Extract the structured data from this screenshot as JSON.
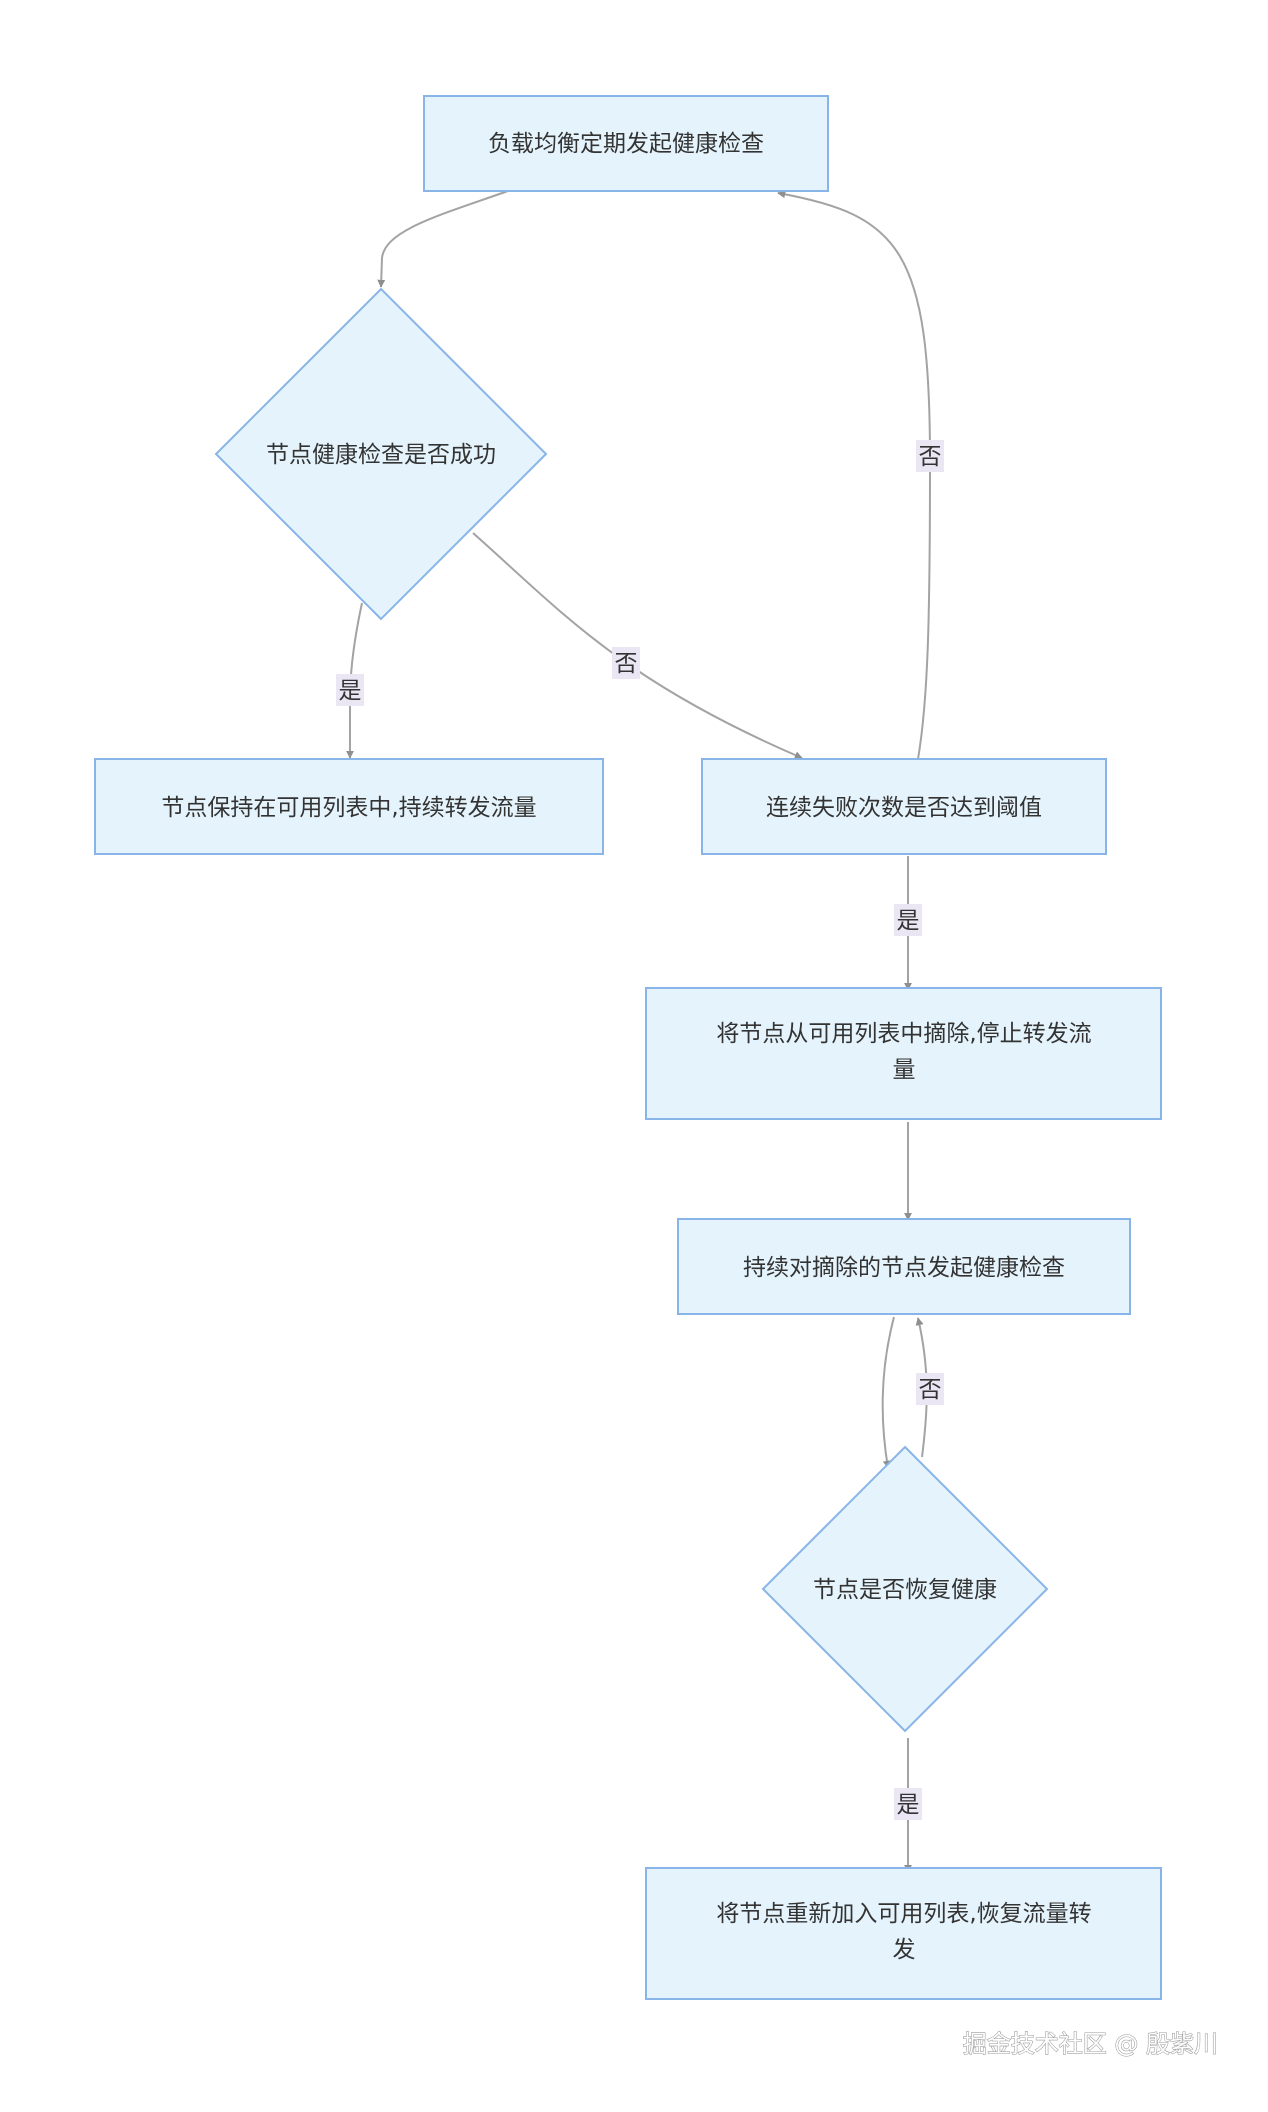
{
  "nodes": {
    "start": "负载均衡定期发起健康检查",
    "check": "节点健康检查是否成功",
    "keep": "节点保持在可用列表中,持续转发流量",
    "threshold": "连续失败次数是否达到阈值",
    "remove_line1": "将节点从可用列表中摘除,停止转发流",
    "remove_line2": "量",
    "continue": "持续对摘除的节点发起健康检查",
    "recover": "节点是否恢复健康",
    "rejoin_line1": "将节点重新加入可用列表,恢复流量转",
    "rejoin_line2": "发"
  },
  "edge_labels": {
    "check_yes": "是",
    "check_no": "否",
    "threshold_no": "否",
    "threshold_yes": "是",
    "recover_no": "否",
    "recover_yes": "是"
  },
  "watermark": "掘金技术社区 @ 殷紫川",
  "colors": {
    "node_fill": "#e5f4fc",
    "node_stroke": "#88b4e8",
    "edge": "#a3a3a3",
    "label_bg": "#ebe6f4"
  }
}
